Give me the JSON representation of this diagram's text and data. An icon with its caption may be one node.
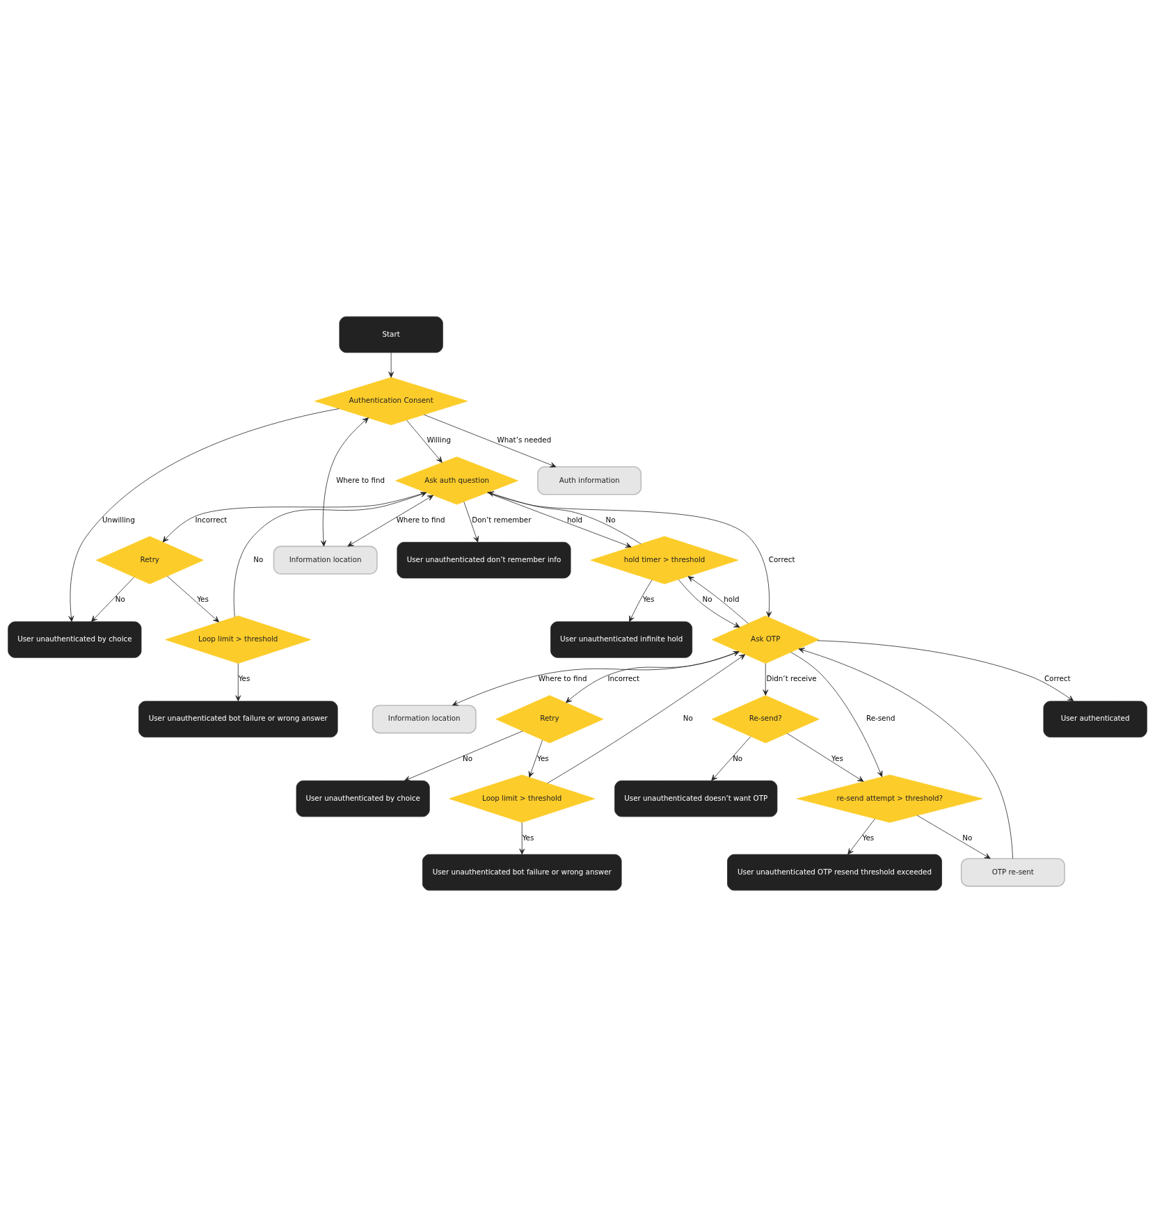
{
  "diagram": {
    "nodes": [
      {
        "text": [
          "Start"
        ]
      },
      {
        "text": [
          "Authentication Consent"
        ]
      },
      {
        "text": [
          "User unauthenticated by choice"
        ]
      },
      {
        "text": [
          "Auth information"
        ]
      },
      {
        "text": [
          "Information location"
        ]
      },
      {
        "text": [
          "Retry"
        ]
      },
      {
        "text": [
          "Ask auth question"
        ]
      },
      {
        "text": [
          "User unauthenticated don’t remember info"
        ]
      },
      {
        "text": [
          "Loop limit > threshold"
        ]
      },
      {
        "text": [
          "hold timer > threshold"
        ]
      },
      {
        "text": [
          "User unauthenticated infinite hold"
        ]
      },
      {
        "text": [
          "User unauthenticated bot failure or wrong answer"
        ]
      },
      {
        "text": [
          "User unauthenticated by choice"
        ]
      },
      {
        "text": [
          "Information location"
        ]
      },
      {
        "text": [
          "Ask OTP"
        ]
      },
      {
        "text": [
          "Retry"
        ]
      },
      {
        "text": [
          "User unauthenticated doesn’t want OTP"
        ]
      },
      {
        "text": [
          "Re-send?"
        ]
      },
      {
        "text": [
          "Loop limit > threshold"
        ]
      },
      {
        "text": [
          "User authenticated"
        ]
      },
      {
        "text": [
          "re-send attempt > threshold?"
        ]
      },
      {
        "text": [
          "User unauthenticated OTP resend threshold exceeded"
        ]
      },
      {
        "text": [
          "User unauthenticated bot failure or wrong answer"
        ]
      },
      {
        "text": [
          "OTP re-sent"
        ]
      }
    ],
    "edges": [
      {
        "from": 0,
        "to": 1,
        "arrow": "to"
      },
      {
        "from": 1,
        "to": 2,
        "arrow": "to",
        "label": "Unwilling"
      },
      {
        "from": 1,
        "to": 3,
        "arrow": "to",
        "label": "What’s needed"
      },
      {
        "from": 1,
        "to": 4,
        "arrow": "both",
        "label": "Where to find"
      },
      {
        "from": 1,
        "to": 6,
        "arrow": "to",
        "label": "Willing"
      },
      {
        "from": 6,
        "to": 4,
        "arrow": "both",
        "label": "Where to find"
      },
      {
        "from": 6,
        "to": 5,
        "arrow": "to",
        "label": "Incorrect"
      },
      {
        "from": 6,
        "to": 7,
        "arrow": "to",
        "label": "Don’t remember"
      },
      {
        "from": 5,
        "to": 2,
        "arrow": "to",
        "label": "No"
      },
      {
        "from": 5,
        "to": 8,
        "arrow": "to",
        "label": "Yes"
      },
      {
        "from": 8,
        "to": 6,
        "arrow": "to",
        "label": "No"
      },
      {
        "from": 8,
        "to": 11,
        "arrow": "to",
        "label": "Yes"
      },
      {
        "from": 6,
        "to": 9,
        "arrow": "to",
        "label": "hold"
      },
      {
        "from": 9,
        "to": 6,
        "arrow": "to",
        "label": "No"
      },
      {
        "from": 6,
        "to": 14,
        "arrow": "to",
        "label": "Correct"
      },
      {
        "from": 9,
        "to": 10,
        "arrow": "to",
        "label": "Yes"
      },
      {
        "from": 9,
        "to": 14,
        "arrow": "to",
        "label": "No"
      },
      {
        "from": 14,
        "to": 9,
        "arrow": "to",
        "label": "hold"
      },
      {
        "from": 14,
        "to": 13,
        "arrow": "both",
        "label": "Where to find"
      },
      {
        "from": 14,
        "to": 15,
        "arrow": "to",
        "label": "Incorrect"
      },
      {
        "from": 15,
        "to": 12,
        "arrow": "to",
        "label": "No"
      },
      {
        "from": 15,
        "to": 18,
        "arrow": "to",
        "label": "Yes"
      },
      {
        "from": 18,
        "to": 14,
        "arrow": "to",
        "label": "No"
      },
      {
        "from": 18,
        "to": 22,
        "arrow": "to",
        "label": "Yes"
      },
      {
        "from": 14,
        "to": 19,
        "arrow": "to",
        "label": "Correct"
      },
      {
        "from": 14,
        "to": 17,
        "arrow": "to",
        "label": "Didn’t receive"
      },
      {
        "from": 14,
        "to": 20,
        "arrow": "to",
        "label": "Re-send"
      },
      {
        "from": 17,
        "to": 16,
        "arrow": "to",
        "label": "No"
      },
      {
        "from": 17,
        "to": 20,
        "arrow": "to",
        "label": "Yes"
      },
      {
        "from": 20,
        "to": 21,
        "arrow": "to",
        "label": "Yes"
      },
      {
        "from": 20,
        "to": 23,
        "arrow": "to",
        "label": "No"
      },
      {
        "from": 23,
        "to": 14,
        "arrow": "to"
      }
    ]
  }
}
